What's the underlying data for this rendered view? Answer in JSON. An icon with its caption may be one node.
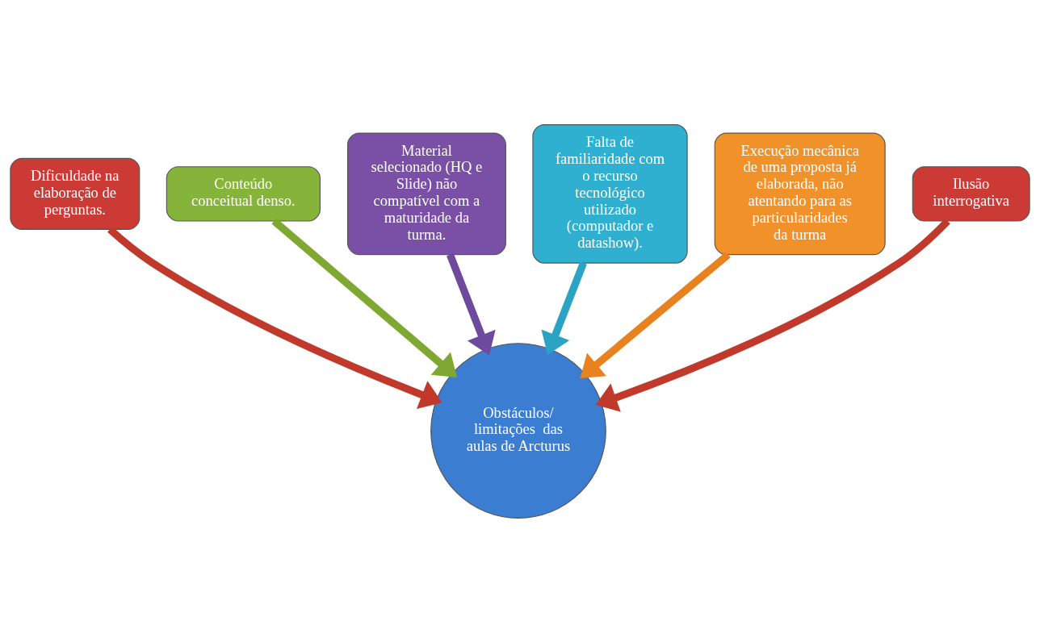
{
  "diagram": {
    "nodes": [
      {
        "text": [
          "Obstáculos/ limitações  das aulas de Arcturus"
        ]
      },
      {
        "text": [
          "Dificuldade na elaboração de perguntas."
        ]
      },
      {
        "text": [
          "Conteúdo conceitual denso."
        ]
      },
      {
        "text": [
          "Material selecionado (HQ e Slide) não compatível com a maturidade da turma."
        ]
      },
      {
        "text": [
          "Falta de familiaridade com o recurso tecnológico utilizado (computador e datashow)."
        ]
      },
      {
        "text": [
          "Execução mecânica  de uma proposta já elaborada, não atentando para as particularidades da turma"
        ]
      },
      {
        "text": [
          "Ilusão interrogativa"
        ]
      }
    ],
    "edges": [
      {
        "from": 1,
        "to": 0,
        "arrow": "to",
        "color": "#c0392b"
      },
      {
        "from": 2,
        "to": 0,
        "arrow": "to",
        "color": "#7fa832"
      },
      {
        "from": 3,
        "to": 0,
        "arrow": "to",
        "color": "#6e4a9e"
      },
      {
        "from": 4,
        "to": 0,
        "arrow": "to",
        "color": "#2aa3c4"
      },
      {
        "from": 5,
        "to": 0,
        "arrow": "to",
        "color": "#e8821e"
      },
      {
        "from": 6,
        "to": 0,
        "arrow": "to",
        "color": "#c0392b"
      }
    ]
  }
}
